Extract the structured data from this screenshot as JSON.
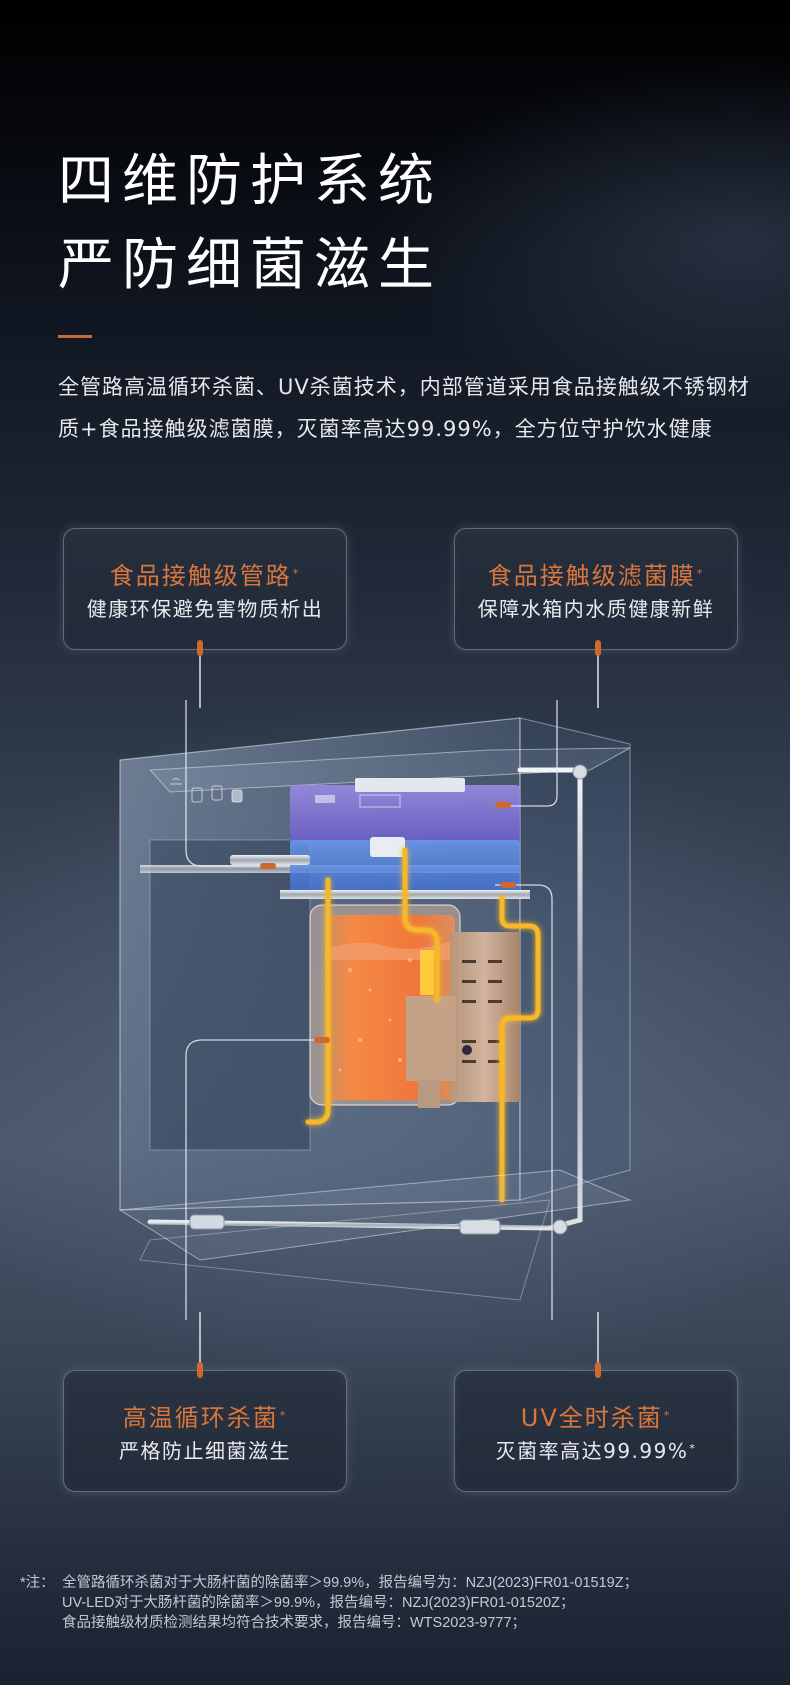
{
  "header": {
    "title_line1": "四维防护系统",
    "title_line2": "严防细菌滋生",
    "accent_color": "#c8693a",
    "description": "全管路高温循环杀菌、UV杀菌技术，内部管道采用食品接触级不锈钢材质+食品接触级滤菌膜，灭菌率高达99.99%，全方位守护饮水健康"
  },
  "features": [
    {
      "title": "食品接触级管路",
      "title_mark": "*",
      "subtitle": "健康环保避免害物质析出",
      "subtitle_mark": ""
    },
    {
      "title": "食品接触级滤菌膜",
      "title_mark": "*",
      "subtitle": "保障水箱内水质健康新鲜",
      "subtitle_mark": ""
    },
    {
      "title": "高温循环杀菌",
      "title_mark": "*",
      "subtitle": "严格防止细菌滋生",
      "subtitle_mark": ""
    },
    {
      "title": "UV全时杀菌",
      "title_mark": "*",
      "subtitle": "灭菌率高达99.99%",
      "subtitle_mark": "*"
    }
  ],
  "colors": {
    "feature_title": "#d9763c",
    "pin": "#d0672f",
    "purple_tank": "#7a6fd0",
    "blue_tank": "#4d7fe0",
    "hot_water": "#f07a36",
    "gold_pipe": "#f5b52a"
  },
  "footnote": {
    "prefix": "*注：",
    "lines": [
      "全管路循环杀菌对于大肠杆菌的除菌率＞99.9%，报告编号为：NZJ(2023)FR01-01519Z；",
      "UV-LED对于大肠杆菌的除菌率＞99.9%，报告编号：NZJ(2023)FR01-01520Z；",
      "食品接触级材质检测结果均符合技术要求，报告编号：WTS2023-9777；"
    ]
  }
}
